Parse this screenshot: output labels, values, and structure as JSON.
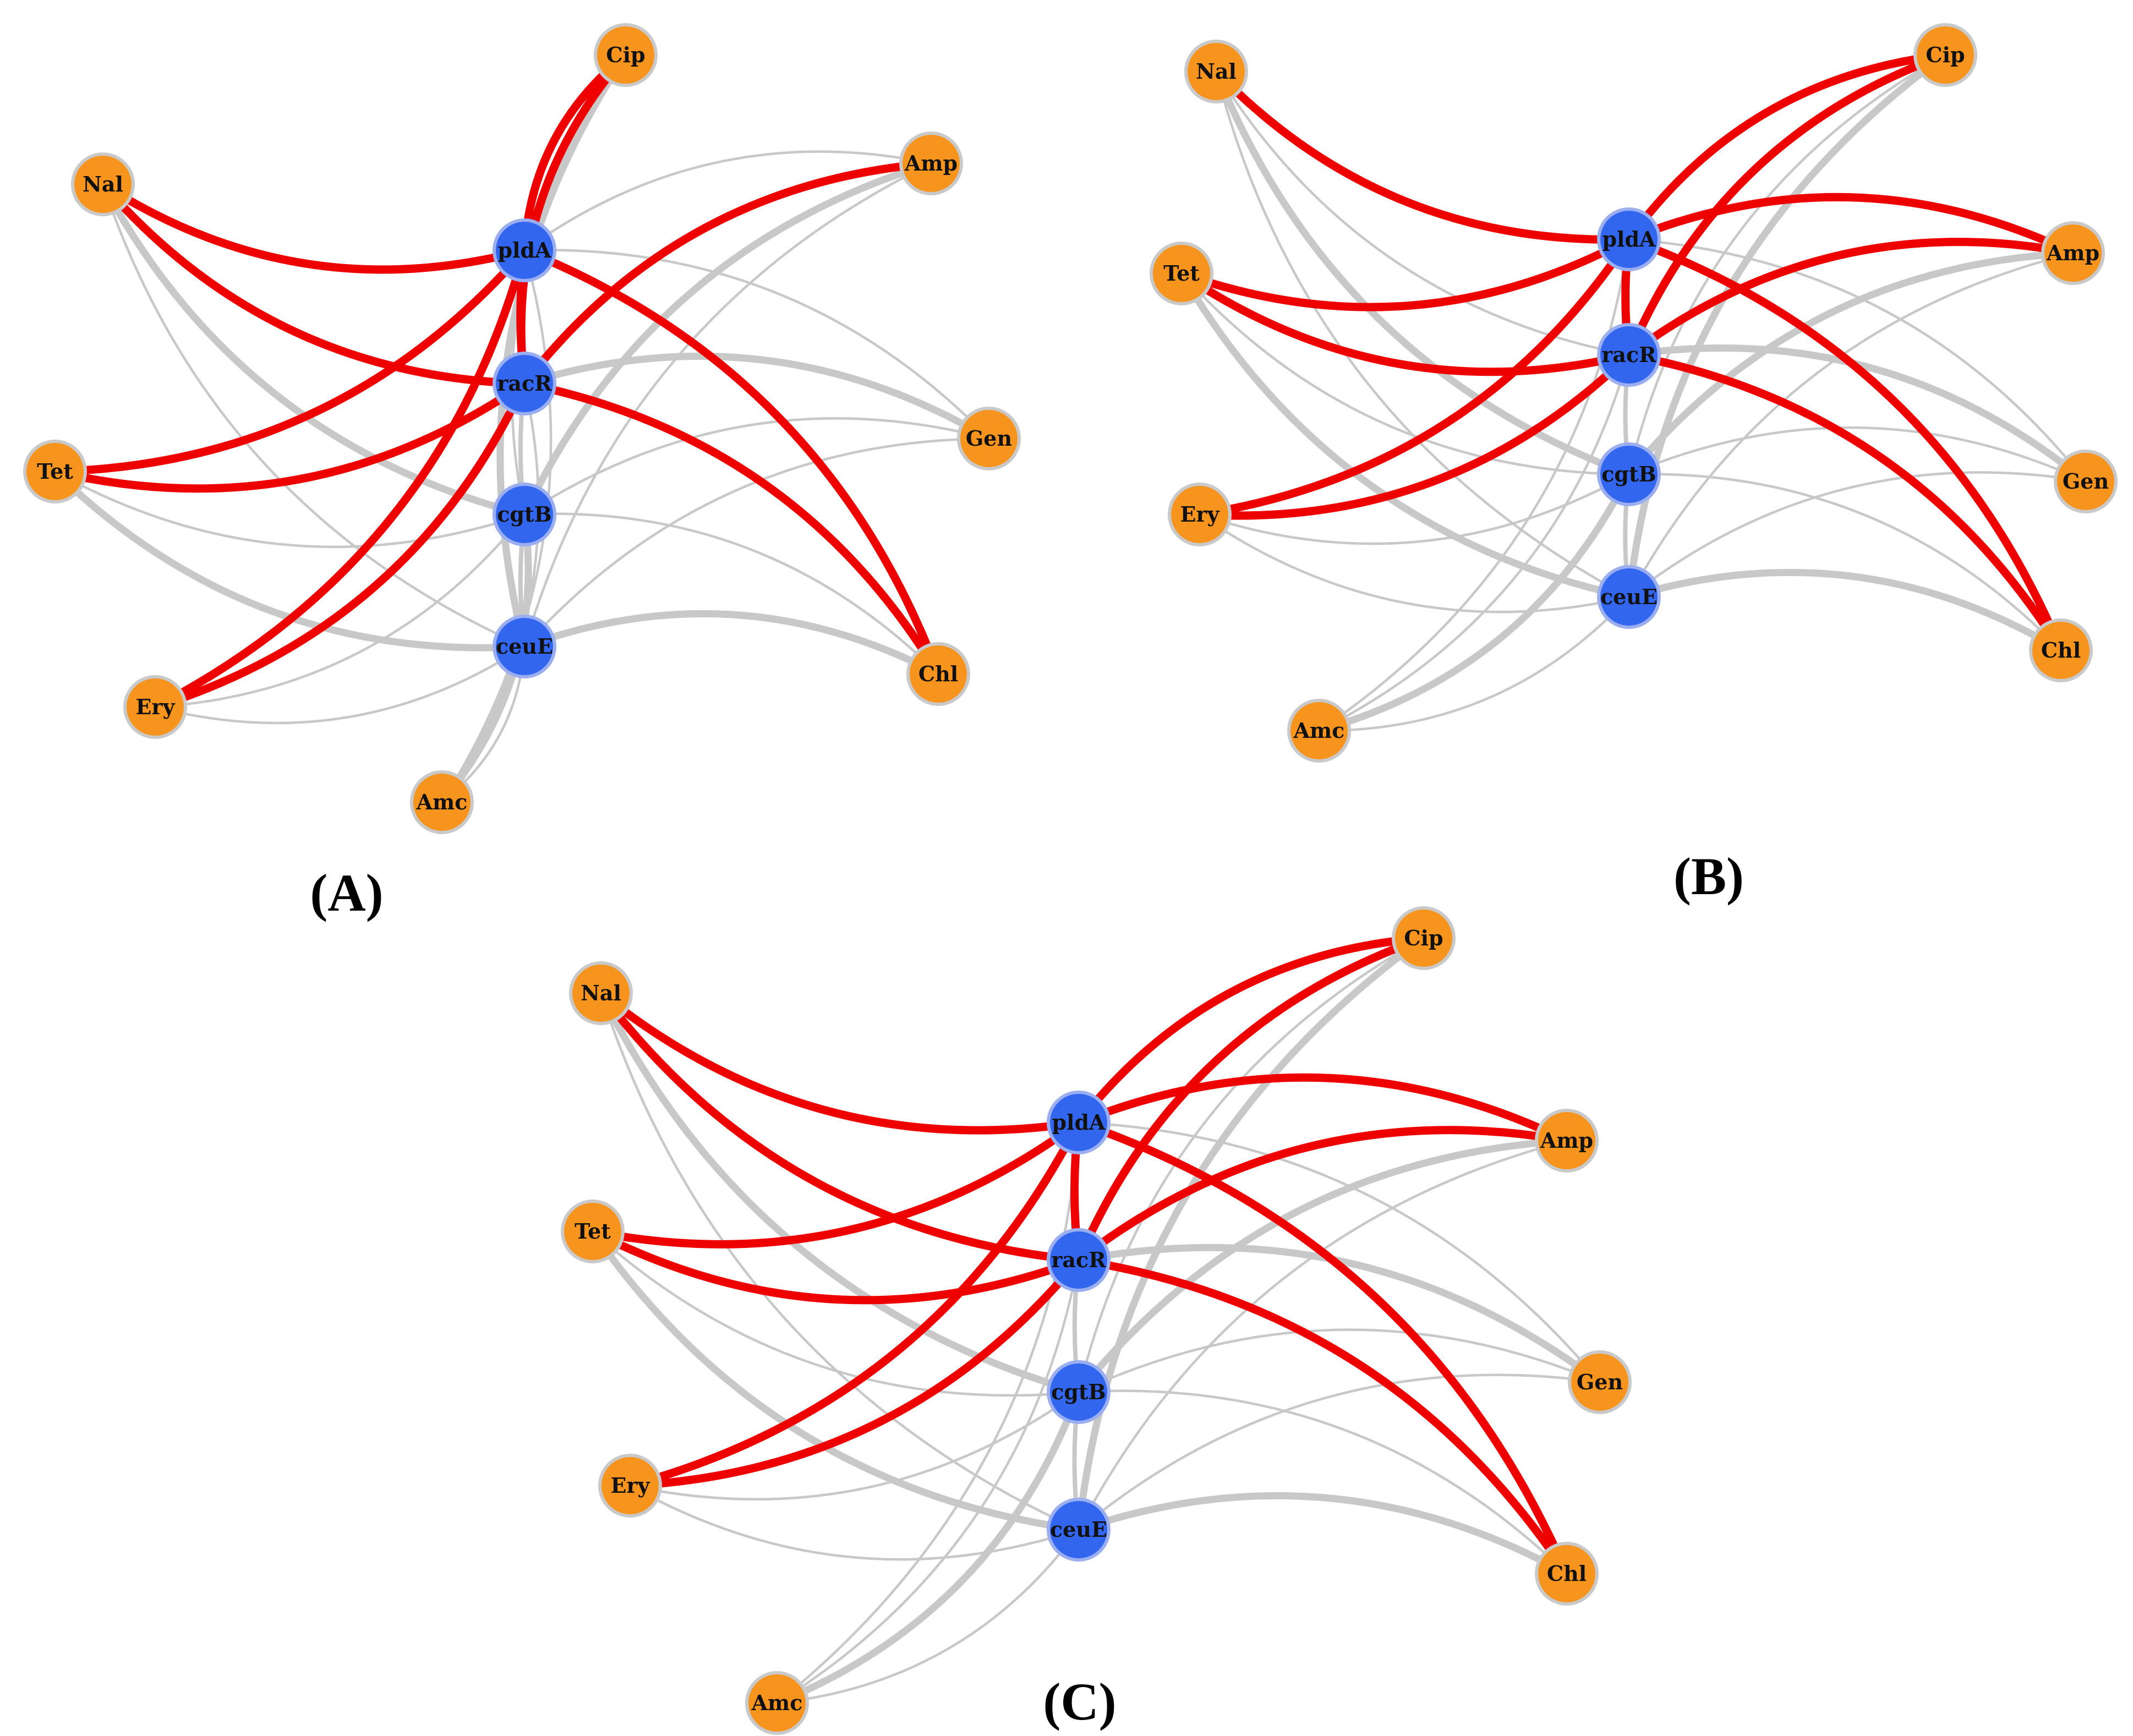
{
  "colors": {
    "gene_fill": "#3366ee",
    "gene_stroke": "#9aaef0",
    "drug_fill": "#f7941d",
    "drug_stroke": "#c9c9c9",
    "red_edge": "#ee0000",
    "gray_edge": "#c8c8c8"
  },
  "genes": [
    "pldA",
    "racR",
    "cgtB",
    "ceuE"
  ],
  "drugs": [
    "Cip",
    "Amp",
    "Gen",
    "Chl",
    "Amc",
    "Ery",
    "Tet",
    "Nal"
  ],
  "panels": [
    {
      "id": "A",
      "label": "(A)",
      "red_edges": [
        [
          "Nal",
          "pldA"
        ],
        [
          "Nal",
          "racR"
        ],
        [
          "Tet",
          "pldA"
        ],
        [
          "Tet",
          "racR"
        ],
        [
          "Ery",
          "pldA"
        ],
        [
          "Ery",
          "racR"
        ],
        [
          "Cip",
          "pldA"
        ],
        [
          "Cip",
          "racR"
        ],
        [
          "Amp",
          "racR"
        ],
        [
          "Chl",
          "pldA"
        ],
        [
          "Chl",
          "racR"
        ]
      ]
    },
    {
      "id": "B",
      "label": "(B)",
      "red_edges": [
        [
          "Nal",
          "pldA"
        ],
        [
          "Tet",
          "pldA"
        ],
        [
          "Tet",
          "racR"
        ],
        [
          "Ery",
          "pldA"
        ],
        [
          "Ery",
          "racR"
        ],
        [
          "Cip",
          "pldA"
        ],
        [
          "Cip",
          "racR"
        ],
        [
          "Amp",
          "pldA"
        ],
        [
          "Amp",
          "racR"
        ],
        [
          "Chl",
          "pldA"
        ],
        [
          "Chl",
          "racR"
        ]
      ]
    },
    {
      "id": "C",
      "label": "(C)",
      "red_edges": [
        [
          "Nal",
          "pldA"
        ],
        [
          "Nal",
          "racR"
        ],
        [
          "Tet",
          "pldA"
        ],
        [
          "Tet",
          "racR"
        ],
        [
          "Ery",
          "pldA"
        ],
        [
          "Ery",
          "racR"
        ],
        [
          "Cip",
          "pldA"
        ],
        [
          "Cip",
          "racR"
        ],
        [
          "Amp",
          "pldA"
        ],
        [
          "Amp",
          "racR"
        ],
        [
          "Chl",
          "pldA"
        ],
        [
          "Chl",
          "racR"
        ]
      ]
    }
  ]
}
